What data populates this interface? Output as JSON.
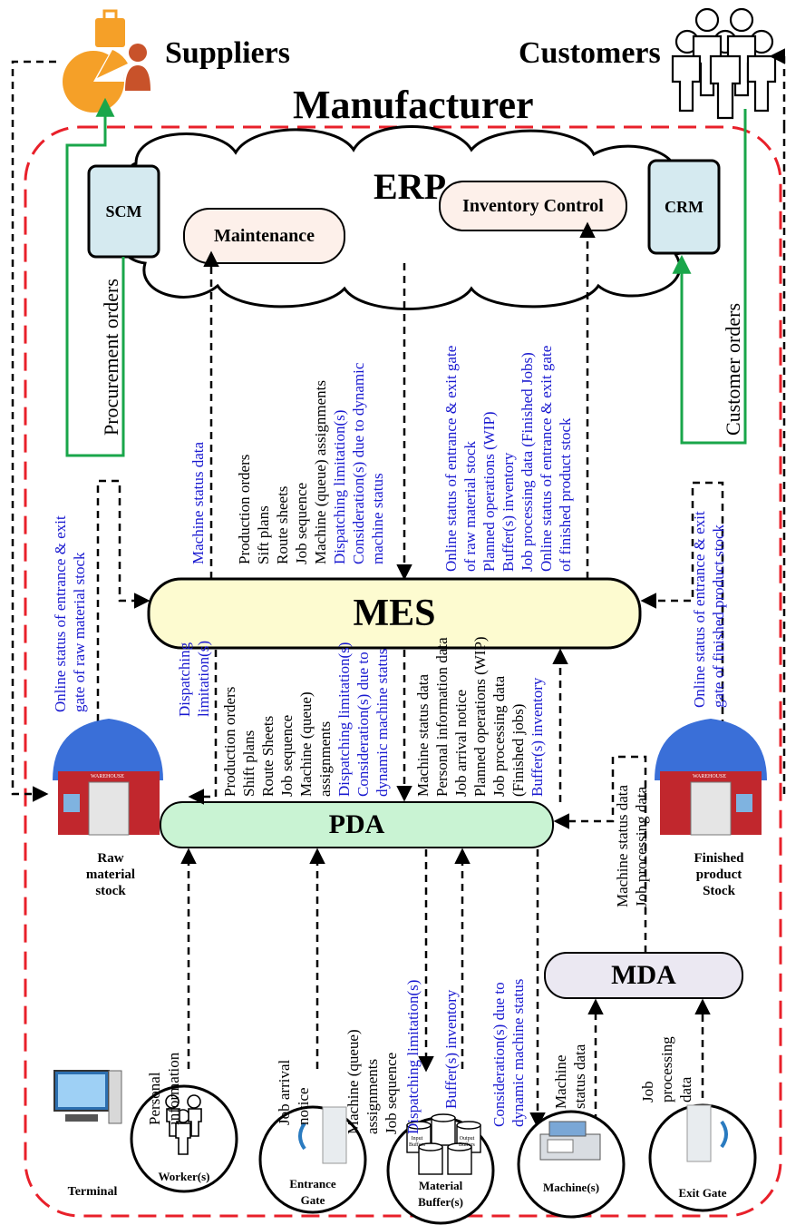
{
  "actors": {
    "suppliers": "Suppliers",
    "customers": "Customers",
    "manufacturer": "Manufacturer"
  },
  "erp": {
    "title": "ERP",
    "scm": "SCM",
    "crm": "CRM",
    "maintenance": "Maintenance",
    "inventory": "Inventory Control"
  },
  "systems": {
    "mes": "MES",
    "pda": "PDA",
    "mda": "MDA"
  },
  "orders": {
    "procurement": "Procurement orders",
    "customer": "Customer orders"
  },
  "mes_erp": {
    "machine_status": "Machine status data",
    "production": [
      "Production orders",
      "Sift plans",
      "Route sheets",
      "Job sequence",
      "Machine (queue) assignments"
    ],
    "production_blue": [
      "Dispatching limitation(s)",
      "Consideration(s) due to dynamic",
      "machine status"
    ],
    "inventory": [
      "Online status of entrance & exit gate",
      "of raw material stock",
      "Planned operations (WIP)",
      "Buffer(s) inventory",
      "Job processing data (Finished Jobs)",
      "Online status of entrance & exit gate",
      "of finished product stock"
    ]
  },
  "stock_mes": {
    "raw": [
      "Online status of entrance & exit",
      "gate of raw material stock"
    ],
    "finished": [
      "Online status of entrance & exit",
      "gate of finished product stock"
    ]
  },
  "mes_pda": {
    "dispatching": [
      "Dispatching",
      "limitation(s)"
    ],
    "down_black": [
      "Production orders",
      "Shift plans",
      "Route Sheets",
      "Job sequence",
      "Machine (queue)",
      "assignments"
    ],
    "down_blue": [
      "Dispatching limitation(s)",
      "Consideration(s) due to",
      "dynamic machine status"
    ],
    "up_black": [
      "Machine status data",
      "Personal information data",
      "Job arrival notice",
      "Planned operations (WIP)",
      "Job processing data",
      "(Finished jobs)"
    ],
    "up_blue": [
      "Buffer(s) inventory"
    ]
  },
  "mda_pda": [
    "Machine status data",
    "Job processing data"
  ],
  "bottom": {
    "personal": [
      "Personal",
      "information"
    ],
    "job_arrival": [
      "Job arrival",
      "notice"
    ],
    "machine_queue": [
      "Machine (queue)",
      "assignments",
      "Job sequence"
    ],
    "dispatching": [
      "Dispatching limitation(s)"
    ],
    "buffer": [
      "Buffer(s) inventory"
    ],
    "consideration": [
      "Consideration(s) due to",
      "dynamic machine status"
    ],
    "machine_status": [
      "Machine",
      "status data"
    ],
    "job_processing": [
      "Job",
      "processing",
      "data"
    ]
  },
  "stocks": {
    "raw": [
      "Raw",
      "material",
      "stock"
    ],
    "finished": [
      "Finished",
      "product",
      "Stock"
    ]
  },
  "nodes": {
    "terminal": "Terminal",
    "workers": "Worker(s)",
    "entrance": [
      "Entrance",
      "Gate"
    ],
    "buffers": [
      "Material",
      "Buffer(s)"
    ],
    "machines": "Machine(s)",
    "exit": "Exit Gate"
  },
  "icon_text": {
    "input": [
      "Input",
      "Buffers"
    ],
    "output": [
      "Output",
      "Buffers"
    ],
    "warehouse": "WAREHOUSE"
  },
  "colors": {
    "boundary": "#e8202a",
    "green": "#19a64a",
    "blue_text": "#1a1ad0",
    "mes": "#fdfbd0",
    "pda": "#c9f3d3",
    "mda": "#ebe8f2",
    "scm": "#d5eaf0",
    "pill": "#fdf0ea"
  }
}
